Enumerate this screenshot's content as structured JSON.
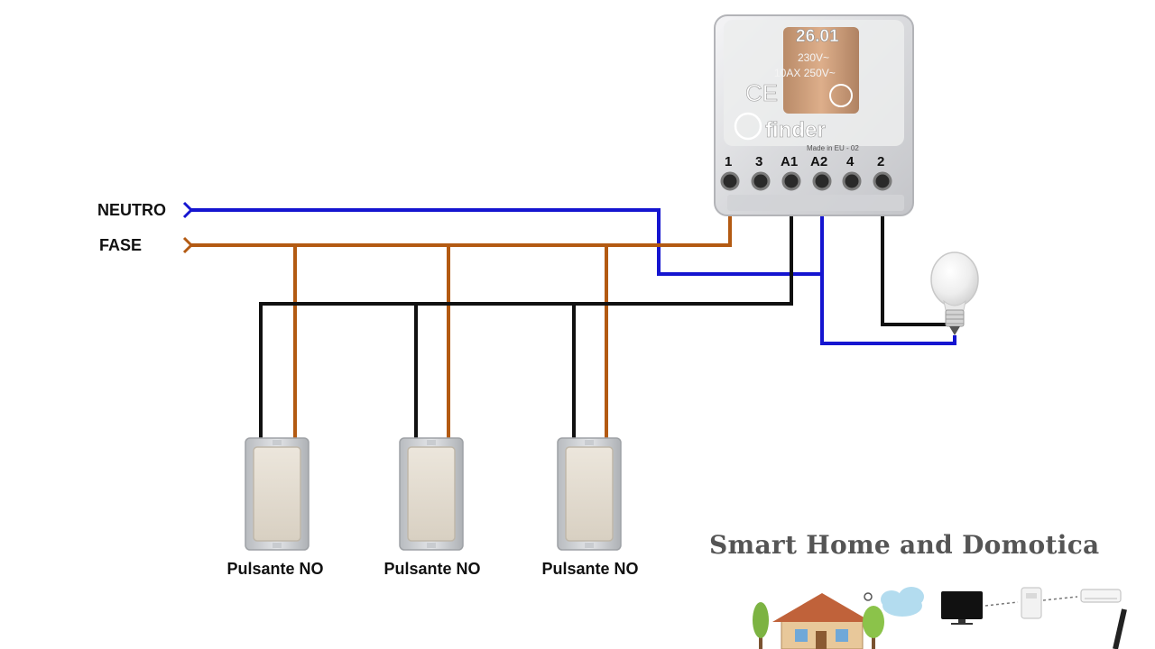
{
  "labels": {
    "neutro": "NEUTRO",
    "fase": "FASE"
  },
  "relay": {
    "model": "26.01",
    "coil_rating": "230V~",
    "contact_rating": "10AX 250V~",
    "ce_mark": "CE",
    "brand": "finder",
    "origin": "Made in EU - 02",
    "terminals": [
      "1",
      "3",
      "A1",
      "A2",
      "4",
      "2"
    ]
  },
  "switches": [
    {
      "label": "Pulsante NO"
    },
    {
      "label": "Pulsante NO"
    },
    {
      "label": "Pulsante NO"
    }
  ],
  "brand_text": "Smart Home and Domotica",
  "colors": {
    "neutral": "#1515d0",
    "phase": "#b35a12",
    "control": "#111111",
    "background": "#ffffff"
  },
  "icons": [
    "lamp-icon",
    "house-icon",
    "tv-icon",
    "cloud-icon",
    "air-conditioner-icon",
    "tree-icon"
  ]
}
